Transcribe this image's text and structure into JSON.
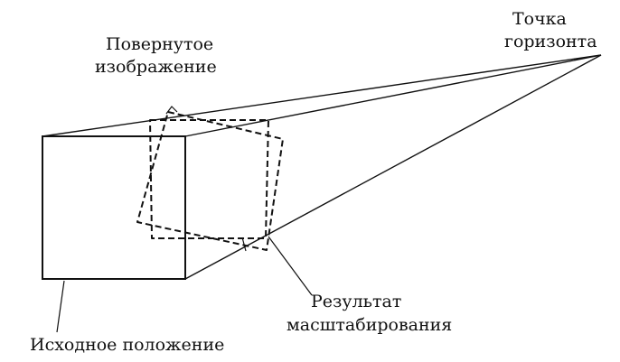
{
  "labels": {
    "vanishing_point": [
      "Точка",
      "горизонта"
    ],
    "rotated_image": [
      "Повернутое",
      "изображение"
    ],
    "scaling_result": [
      "Результат",
      "масштабирования"
    ],
    "initial_position": "Исходное положение"
  },
  "colors": {
    "ink": "#111111",
    "background": "#ffffff"
  }
}
